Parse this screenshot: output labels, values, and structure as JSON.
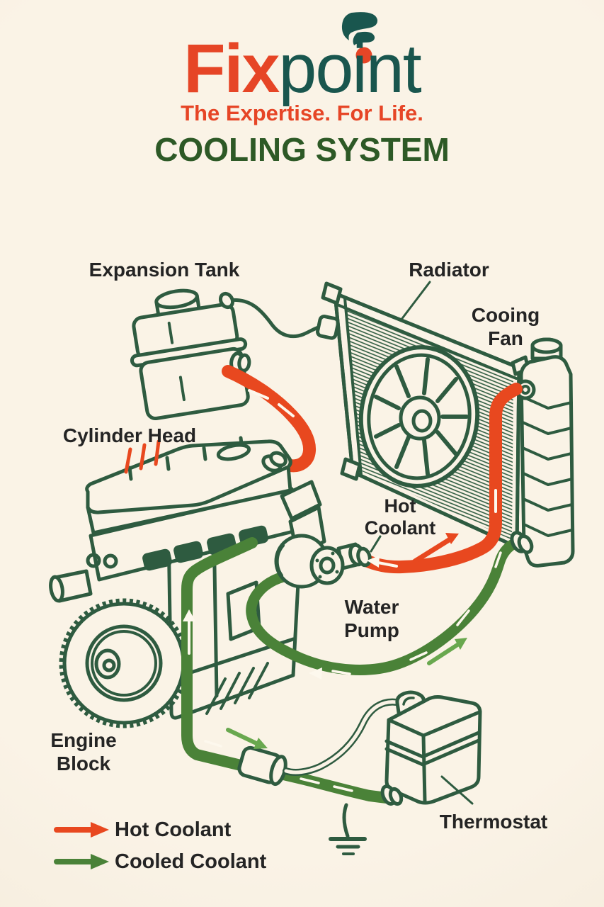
{
  "header": {
    "brand_bold": "Fix",
    "brand_light": "point",
    "tagline": "The Expertise. For Life.",
    "title": "COOLING SYSTEM"
  },
  "labels": {
    "expansion_tank": "Expansion Tank",
    "radiator": "Radiator",
    "cooling_fan_line1": "Cooing",
    "cooling_fan_line2": "Fan",
    "cylinder_head": "Cylinder Head",
    "hot_coolant_line1": "Hot",
    "hot_coolant_line2": "Coolant",
    "water_pump_line1": "Water",
    "water_pump_line2": "Pump",
    "engine_block_line1": "Engine",
    "engine_block_line2": "Block",
    "thermostat": "Thermostat"
  },
  "legend": {
    "hot": "Hot Coolant",
    "cooled": "Cooled Coolant"
  },
  "colors": {
    "background": "#FAF3E6",
    "line": "#2E5B40",
    "hot": "#E8481F",
    "cooled": "#4A8238",
    "arrow_light": "#69A84F",
    "brand_red": "#E64526",
    "brand_teal": "#19564E",
    "title_green": "#2D5926",
    "text": "#242424"
  }
}
